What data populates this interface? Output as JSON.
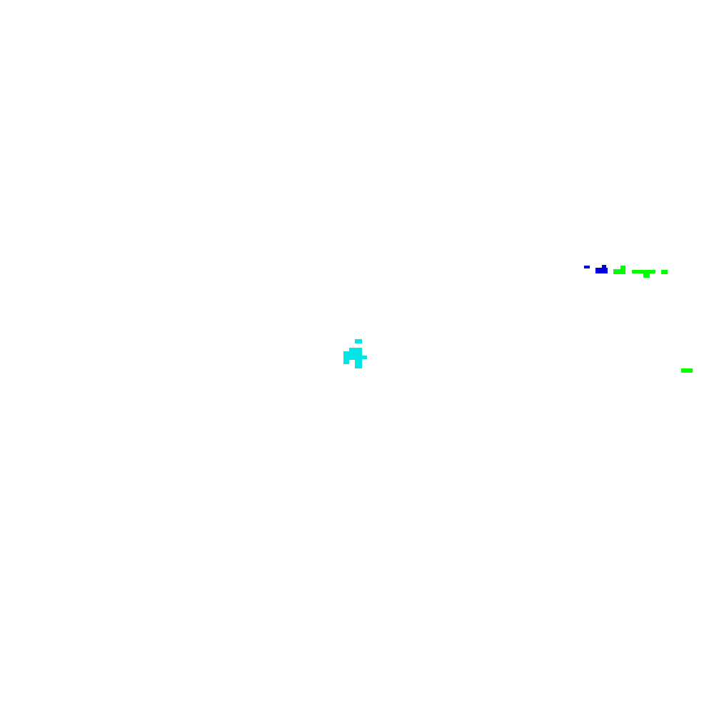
{
  "colors": {
    "background": "#ffffff",
    "player": "#00e5e5",
    "blue_object": "#0000d8",
    "green_object": "#00ff00"
  },
  "objects": [
    {
      "kind": "player",
      "icon": "cyan-pixel-figure",
      "color": "#00e5e5"
    },
    {
      "kind": "object",
      "icon": "blue-pixel-blocks",
      "color": "#0000d8"
    },
    {
      "kind": "object",
      "icon": "green-pixel-blocks",
      "color": "#00ff00"
    },
    {
      "kind": "object",
      "icon": "green-pixel-dash",
      "color": "#00ff00"
    }
  ]
}
